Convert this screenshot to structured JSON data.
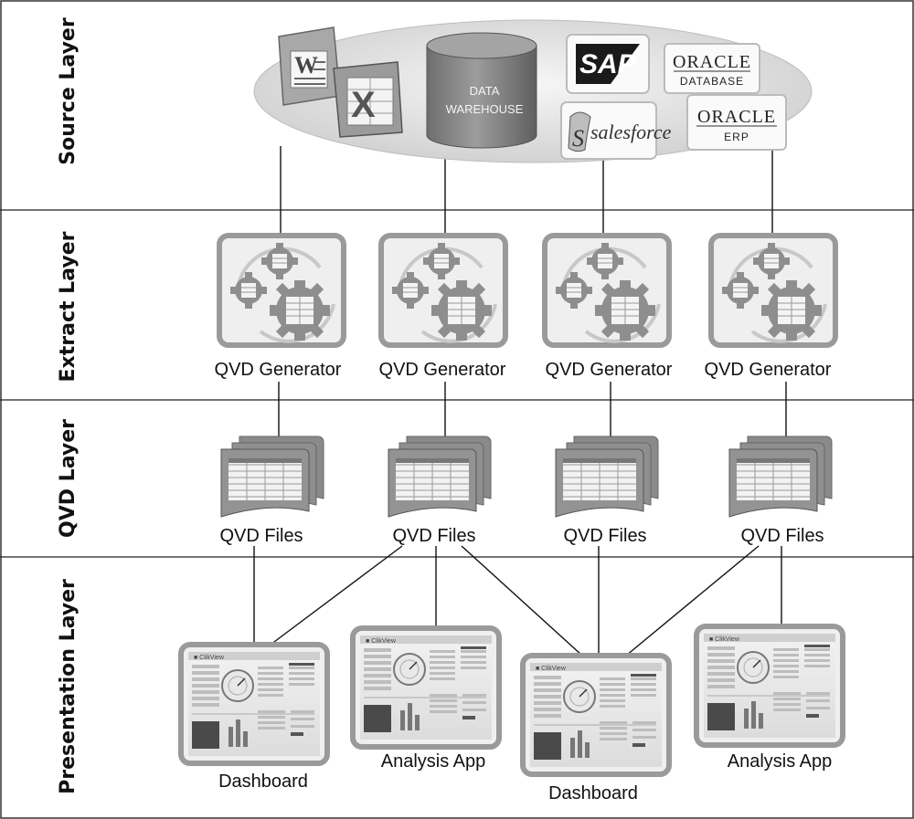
{
  "layers": [
    {
      "label": "Source Layer"
    },
    {
      "label": "Extract Layer"
    },
    {
      "label": "QVD Layer"
    },
    {
      "label": "Presentation Layer"
    }
  ],
  "sources": {
    "data_warehouse_line1": "DATA",
    "data_warehouse_line2": "WAREHOUSE",
    "sap": "SAP",
    "oracle_db_line1": "ORACLE",
    "oracle_db_line2": "DATABASE",
    "oracle_erp_line1": "ORACLE",
    "oracle_erp_line2": "ERP",
    "salesforce": "salesforce",
    "salesforce_initial": "S",
    "word_initial": "W",
    "excel_initial": "X"
  },
  "generators": [
    {
      "label": "QVD Generator"
    },
    {
      "label": "QVD Generator"
    },
    {
      "label": "QVD Generator"
    },
    {
      "label": "QVD Generator"
    }
  ],
  "qvd_files": [
    {
      "label": "QVD Files"
    },
    {
      "label": "QVD Files"
    },
    {
      "label": "QVD Files"
    },
    {
      "label": "QVD Files"
    }
  ],
  "apps": [
    {
      "label": "Dashboard"
    },
    {
      "label": "Analysis App"
    },
    {
      "label": "Dashboard"
    },
    {
      "label": "Analysis App"
    }
  ],
  "colors": {
    "frame": "#9a9a9a",
    "frame_fill": "#ececec",
    "cloud": "#dedede",
    "cylinder": "#8a8a8a",
    "sap_fill": "#1a1a1a",
    "stroke": "#111111"
  }
}
